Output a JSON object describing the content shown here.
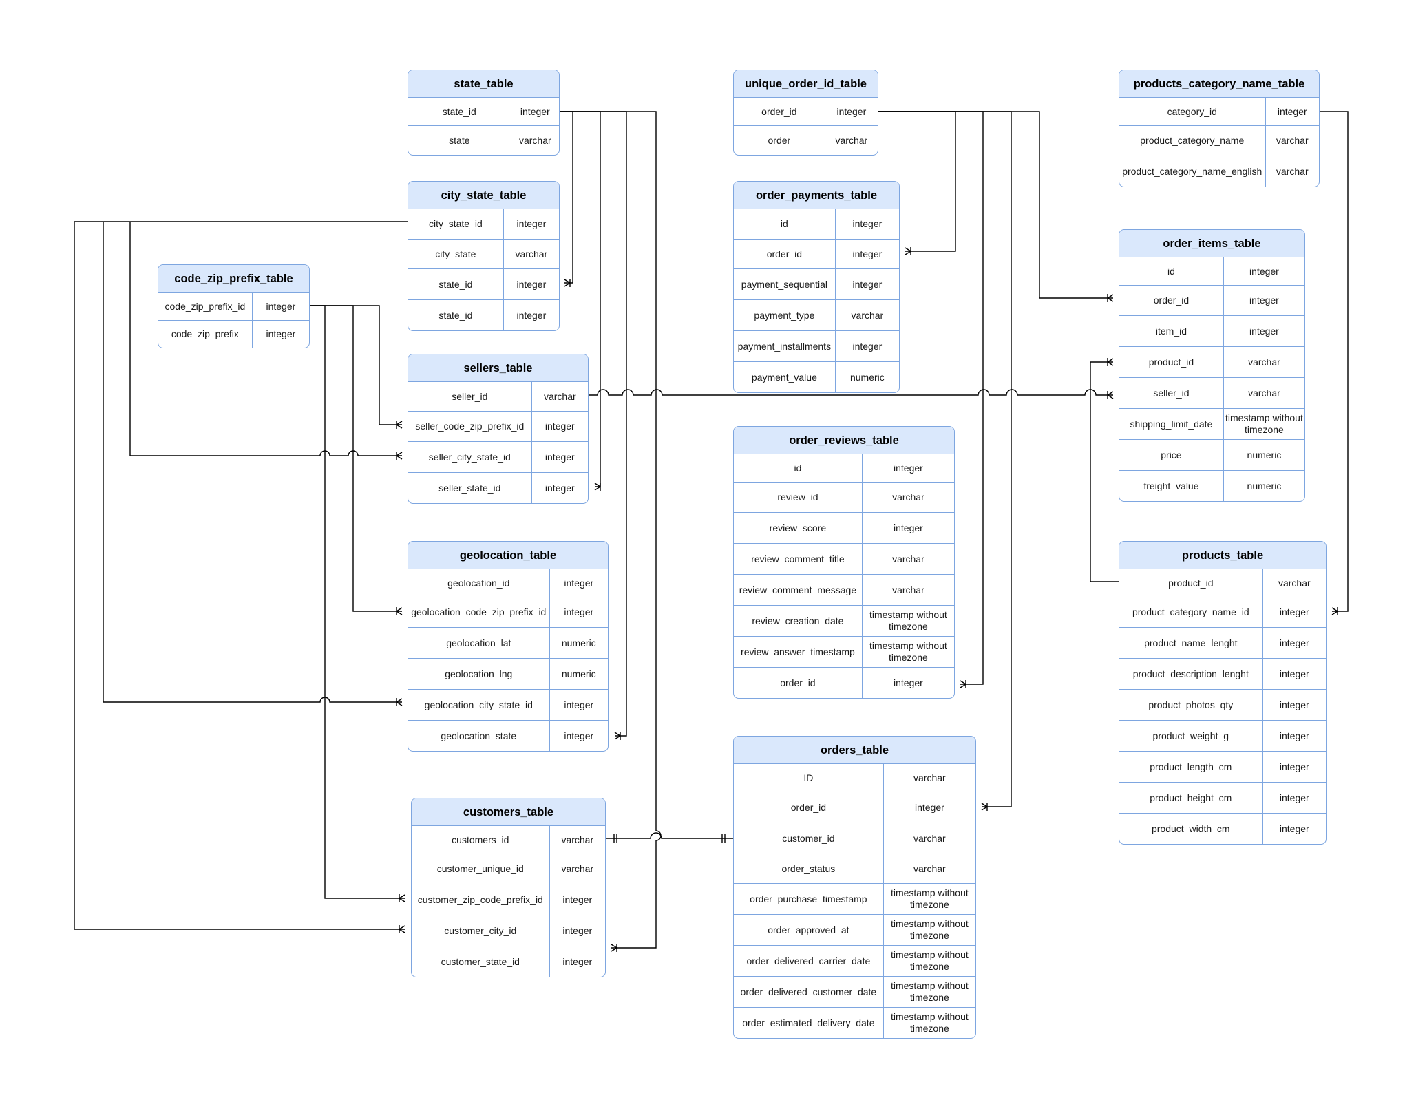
{
  "tables": [
    {
      "name": "state_table",
      "columns": [
        {
          "name": "state_id",
          "type": "integer"
        },
        {
          "name": "state",
          "type": "varchar"
        }
      ]
    },
    {
      "name": "city_state_table",
      "columns": [
        {
          "name": "city_state_id",
          "type": "integer"
        },
        {
          "name": "city_state",
          "type": "varchar"
        },
        {
          "name": "state_id",
          "type": "integer"
        },
        {
          "name": "state_id",
          "type": "integer"
        }
      ]
    },
    {
      "name": "code_zip_prefix_table",
      "columns": [
        {
          "name": "code_zip_prefix_id",
          "type": "integer"
        },
        {
          "name": "code_zip_prefix",
          "type": "integer"
        }
      ]
    },
    {
      "name": "sellers_table",
      "columns": [
        {
          "name": "seller_id",
          "type": "varchar"
        },
        {
          "name": "seller_code_zip_prefix_id",
          "type": "integer"
        },
        {
          "name": "seller_city_state_id",
          "type": "integer"
        },
        {
          "name": "seller_state_id",
          "type": "integer"
        }
      ]
    },
    {
      "name": "geolocation_table",
      "columns": [
        {
          "name": "geolocation_id",
          "type": "integer"
        },
        {
          "name": "geolocation_code_zip_prefix_id",
          "type": "integer"
        },
        {
          "name": "geolocation_lat",
          "type": "numeric"
        },
        {
          "name": "geolocation_lng",
          "type": "numeric"
        },
        {
          "name": "geolocation_city_state_id",
          "type": "integer"
        },
        {
          "name": "geolocation_state",
          "type": "integer"
        }
      ]
    },
    {
      "name": "customers_table",
      "columns": [
        {
          "name": "customers_id",
          "type": "varchar"
        },
        {
          "name": "customer_unique_id",
          "type": "varchar"
        },
        {
          "name": "customer_zip_code_prefix_id",
          "type": "integer"
        },
        {
          "name": "customer_city_id",
          "type": "integer"
        },
        {
          "name": "customer_state_id",
          "type": "integer"
        }
      ]
    },
    {
      "name": "unique_order_id_table",
      "columns": [
        {
          "name": "order_id",
          "type": "integer"
        },
        {
          "name": "order",
          "type": "varchar"
        }
      ]
    },
    {
      "name": "order_payments_table",
      "columns": [
        {
          "name": "id",
          "type": "integer"
        },
        {
          "name": "order_id",
          "type": "integer"
        },
        {
          "name": "payment_sequential",
          "type": "integer"
        },
        {
          "name": "payment_type",
          "type": "varchar"
        },
        {
          "name": "payment_installments",
          "type": "integer"
        },
        {
          "name": "payment_value",
          "type": "numeric"
        }
      ]
    },
    {
      "name": "order_reviews_table",
      "columns": [
        {
          "name": "id",
          "type": "integer"
        },
        {
          "name": "review_id",
          "type": "varchar"
        },
        {
          "name": "review_score",
          "type": "integer"
        },
        {
          "name": "review_comment_title",
          "type": "varchar"
        },
        {
          "name": "review_comment_message",
          "type": "varchar"
        },
        {
          "name": "review_creation_date",
          "type": "timestamp without timezone"
        },
        {
          "name": "review_answer_timestamp",
          "type": "timestamp without timezone"
        },
        {
          "name": "order_id",
          "type": "integer"
        }
      ]
    },
    {
      "name": "orders_table",
      "columns": [
        {
          "name": "ID",
          "type": "varchar"
        },
        {
          "name": "order_id",
          "type": "integer"
        },
        {
          "name": "customer_id",
          "type": "varchar"
        },
        {
          "name": "order_status",
          "type": "varchar"
        },
        {
          "name": "order_purchase_timestamp",
          "type": "timestamp without timezone"
        },
        {
          "name": "order_approved_at",
          "type": "timestamp without timezone"
        },
        {
          "name": "order_delivered_carrier_date",
          "type": "timestamp without timezone"
        },
        {
          "name": "order_delivered_customer_date",
          "type": "timestamp without timezone"
        },
        {
          "name": "order_estimated_delivery_date",
          "type": "timestamp without timezone"
        }
      ]
    },
    {
      "name": "products_category_name_table",
      "columns": [
        {
          "name": "category_id",
          "type": "integer"
        },
        {
          "name": "product_category_name",
          "type": "varchar"
        },
        {
          "name": "product_category_name_english",
          "type": "varchar"
        }
      ]
    },
    {
      "name": "order_items_table",
      "columns": [
        {
          "name": "id",
          "type": "integer"
        },
        {
          "name": "order_id",
          "type": "integer"
        },
        {
          "name": "item_id",
          "type": "integer"
        },
        {
          "name": "product_id",
          "type": "varchar"
        },
        {
          "name": "seller_id",
          "type": "varchar"
        },
        {
          "name": "shipping_limit_date",
          "type": "timestamp without timezone"
        },
        {
          "name": "price",
          "type": "numeric"
        },
        {
          "name": "freight_value",
          "type": "numeric"
        }
      ]
    },
    {
      "name": "products_table",
      "columns": [
        {
          "name": "product_id",
          "type": "varchar"
        },
        {
          "name": "product_category_name_id",
          "type": "integer"
        },
        {
          "name": "product_name_lenght",
          "type": "integer"
        },
        {
          "name": "product_description_lenght",
          "type": "integer"
        },
        {
          "name": "product_photos_qty",
          "type": "integer"
        },
        {
          "name": "product_weight_g",
          "type": "integer"
        },
        {
          "name": "product_length_cm",
          "type": "integer"
        },
        {
          "name": "product_height_cm",
          "type": "integer"
        },
        {
          "name": "product_width_cm",
          "type": "integer"
        }
      ]
    }
  ],
  "relationships": [
    {
      "from": "state_table.state_id",
      "to": "city_state_table.state_id",
      "cardinality": "one-to-many"
    },
    {
      "from": "state_table.state_id",
      "to": "sellers_table.seller_state_id",
      "cardinality": "one-to-many"
    },
    {
      "from": "state_table.state_id",
      "to": "geolocation_table.geolocation_state",
      "cardinality": "one-to-many"
    },
    {
      "from": "state_table.state_id",
      "to": "customers_table.customer_state_id",
      "cardinality": "one-to-many"
    },
    {
      "from": "city_state_table.city_state_id",
      "to": "sellers_table.seller_city_state_id",
      "cardinality": "one-to-many"
    },
    {
      "from": "city_state_table.city_state_id",
      "to": "geolocation_table.geolocation_city_state_id",
      "cardinality": "one-to-many"
    },
    {
      "from": "city_state_table.city_state_id",
      "to": "customers_table.customer_city_id",
      "cardinality": "one-to-many"
    },
    {
      "from": "code_zip_prefix_table.code_zip_prefix_id",
      "to": "sellers_table.seller_code_zip_prefix_id",
      "cardinality": "one-to-many"
    },
    {
      "from": "code_zip_prefix_table.code_zip_prefix_id",
      "to": "geolocation_table.geolocation_code_zip_prefix_id",
      "cardinality": "one-to-many"
    },
    {
      "from": "code_zip_prefix_table.code_zip_prefix_id",
      "to": "customers_table.customer_zip_code_prefix_id",
      "cardinality": "one-to-many"
    },
    {
      "from": "unique_order_id_table.order_id",
      "to": "order_payments_table.order_id",
      "cardinality": "one-to-many"
    },
    {
      "from": "unique_order_id_table.order_id",
      "to": "order_reviews_table.order_id",
      "cardinality": "one-to-many"
    },
    {
      "from": "unique_order_id_table.order_id",
      "to": "orders_table.order_id",
      "cardinality": "one-to-many"
    },
    {
      "from": "unique_order_id_table.order_id",
      "to": "order_items_table.order_id",
      "cardinality": "one-to-many"
    },
    {
      "from": "sellers_table.seller_id",
      "to": "order_items_table.seller_id",
      "cardinality": "one-to-many"
    },
    {
      "from": "products_table.product_id",
      "to": "order_items_table.product_id",
      "cardinality": "one-to-many"
    },
    {
      "from": "products_category_name_table.category_id",
      "to": "products_table.product_category_name_id",
      "cardinality": "one-to-many"
    },
    {
      "from": "customers_table.customers_id",
      "to": "orders_table.customer_id",
      "cardinality": "one-to-one"
    }
  ],
  "colors": {
    "header_fill": "#dae8fc",
    "border": "#7ea6e0",
    "line": "#000000"
  }
}
